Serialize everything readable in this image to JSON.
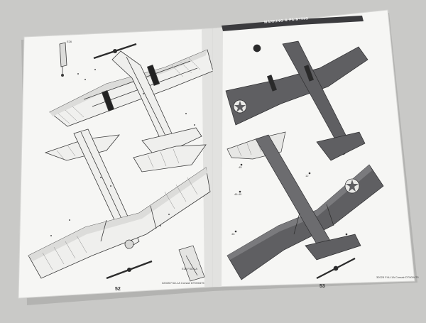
{
  "booklet": {
    "left_page": {
      "page_number": "52",
      "footer_title": "32025 F4U-1A Corsair DT000475",
      "callout_top": "E26",
      "callout_bottom": "E26 F4U-1A"
    },
    "right_page": {
      "page_number": "53",
      "footer_title": "32025 F4U-1A Corsair DT000475",
      "header_banner": "MARKING & PAINTING",
      "markers": [
        "45",
        "46-49",
        "12",
        "46"
      ]
    }
  },
  "colors": {
    "background": "#c9c9c7",
    "paper": "#f4f4f2",
    "line_art": "#3a3a3a",
    "paint_scheme": "#5f5f62",
    "paint_scheme_light": "#e7e7e5"
  }
}
